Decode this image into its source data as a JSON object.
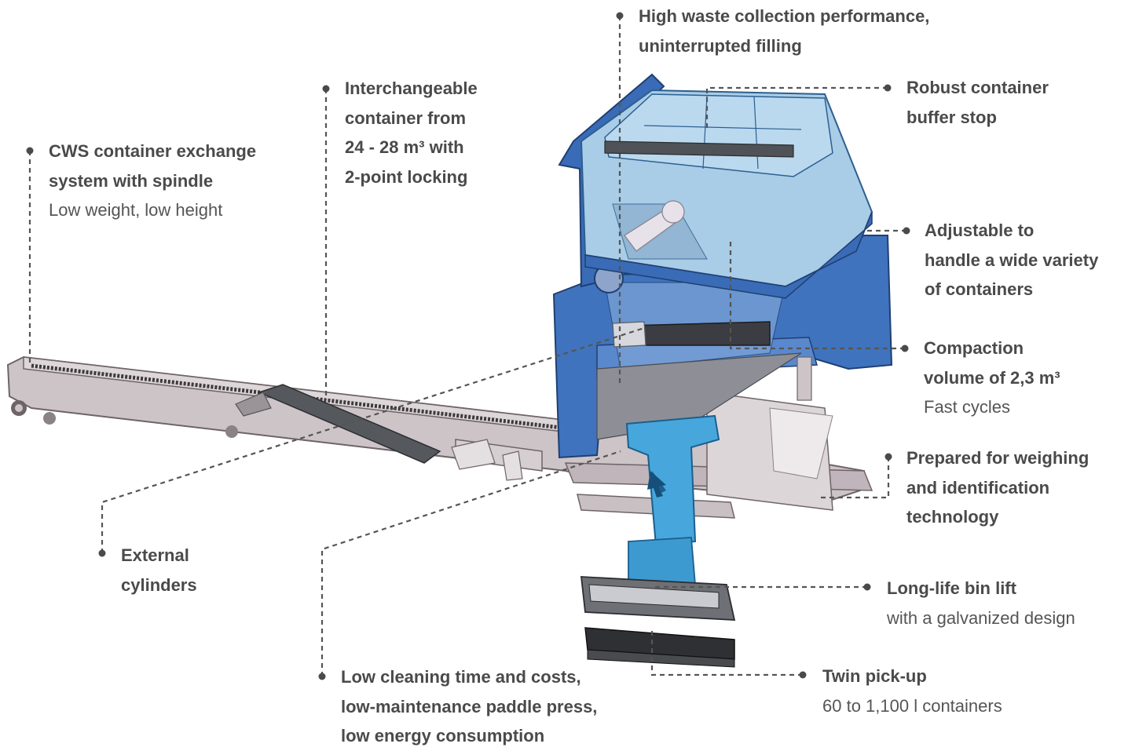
{
  "callouts": {
    "high_waste": {
      "lines": [
        "High waste collection performance,",
        "uninterrupted filling"
      ]
    },
    "interchangeable": {
      "lines": [
        "Interchangeable",
        "container from",
        "24 - 28 m³ with",
        "2-point locking"
      ]
    },
    "cws": {
      "lines": [
        "CWS container exchange",
        "system with spindle"
      ],
      "sub": "Low weight, low height"
    },
    "robust": {
      "lines": [
        "Robust container",
        "buffer stop"
      ]
    },
    "adjustable": {
      "lines": [
        "Adjustable to",
        "handle a wide variety",
        "of containers"
      ]
    },
    "compaction": {
      "lines": [
        "Compaction",
        "volume of 2,3 m³"
      ],
      "sub": "Fast cycles"
    },
    "prepared": {
      "lines": [
        "Prepared for weighing",
        "and identification",
        "technology"
      ]
    },
    "external": {
      "lines": [
        "External",
        "cylinders"
      ]
    },
    "binlift": {
      "lines": [
        "Long-life bin lift"
      ],
      "sub": "with a galvanized design"
    },
    "twin": {
      "lines": [
        "Twin pick-up"
      ],
      "sub": "60 to 1,100 l containers"
    },
    "cleaning": {
      "lines": [
        "Low cleaning time and costs,",
        "low-maintenance paddle press,",
        "low energy consumption"
      ]
    }
  },
  "colors": {
    "text": "#4a4a4a",
    "leader": "#555555",
    "frame_blue": "#3f6fb8",
    "container_blue": "#a9cde6",
    "lift_blue": "#43a6d9",
    "rail_grey": "#c9c0c4"
  },
  "icons": {
    "logo_mark": "arrow-logo-icon"
  }
}
